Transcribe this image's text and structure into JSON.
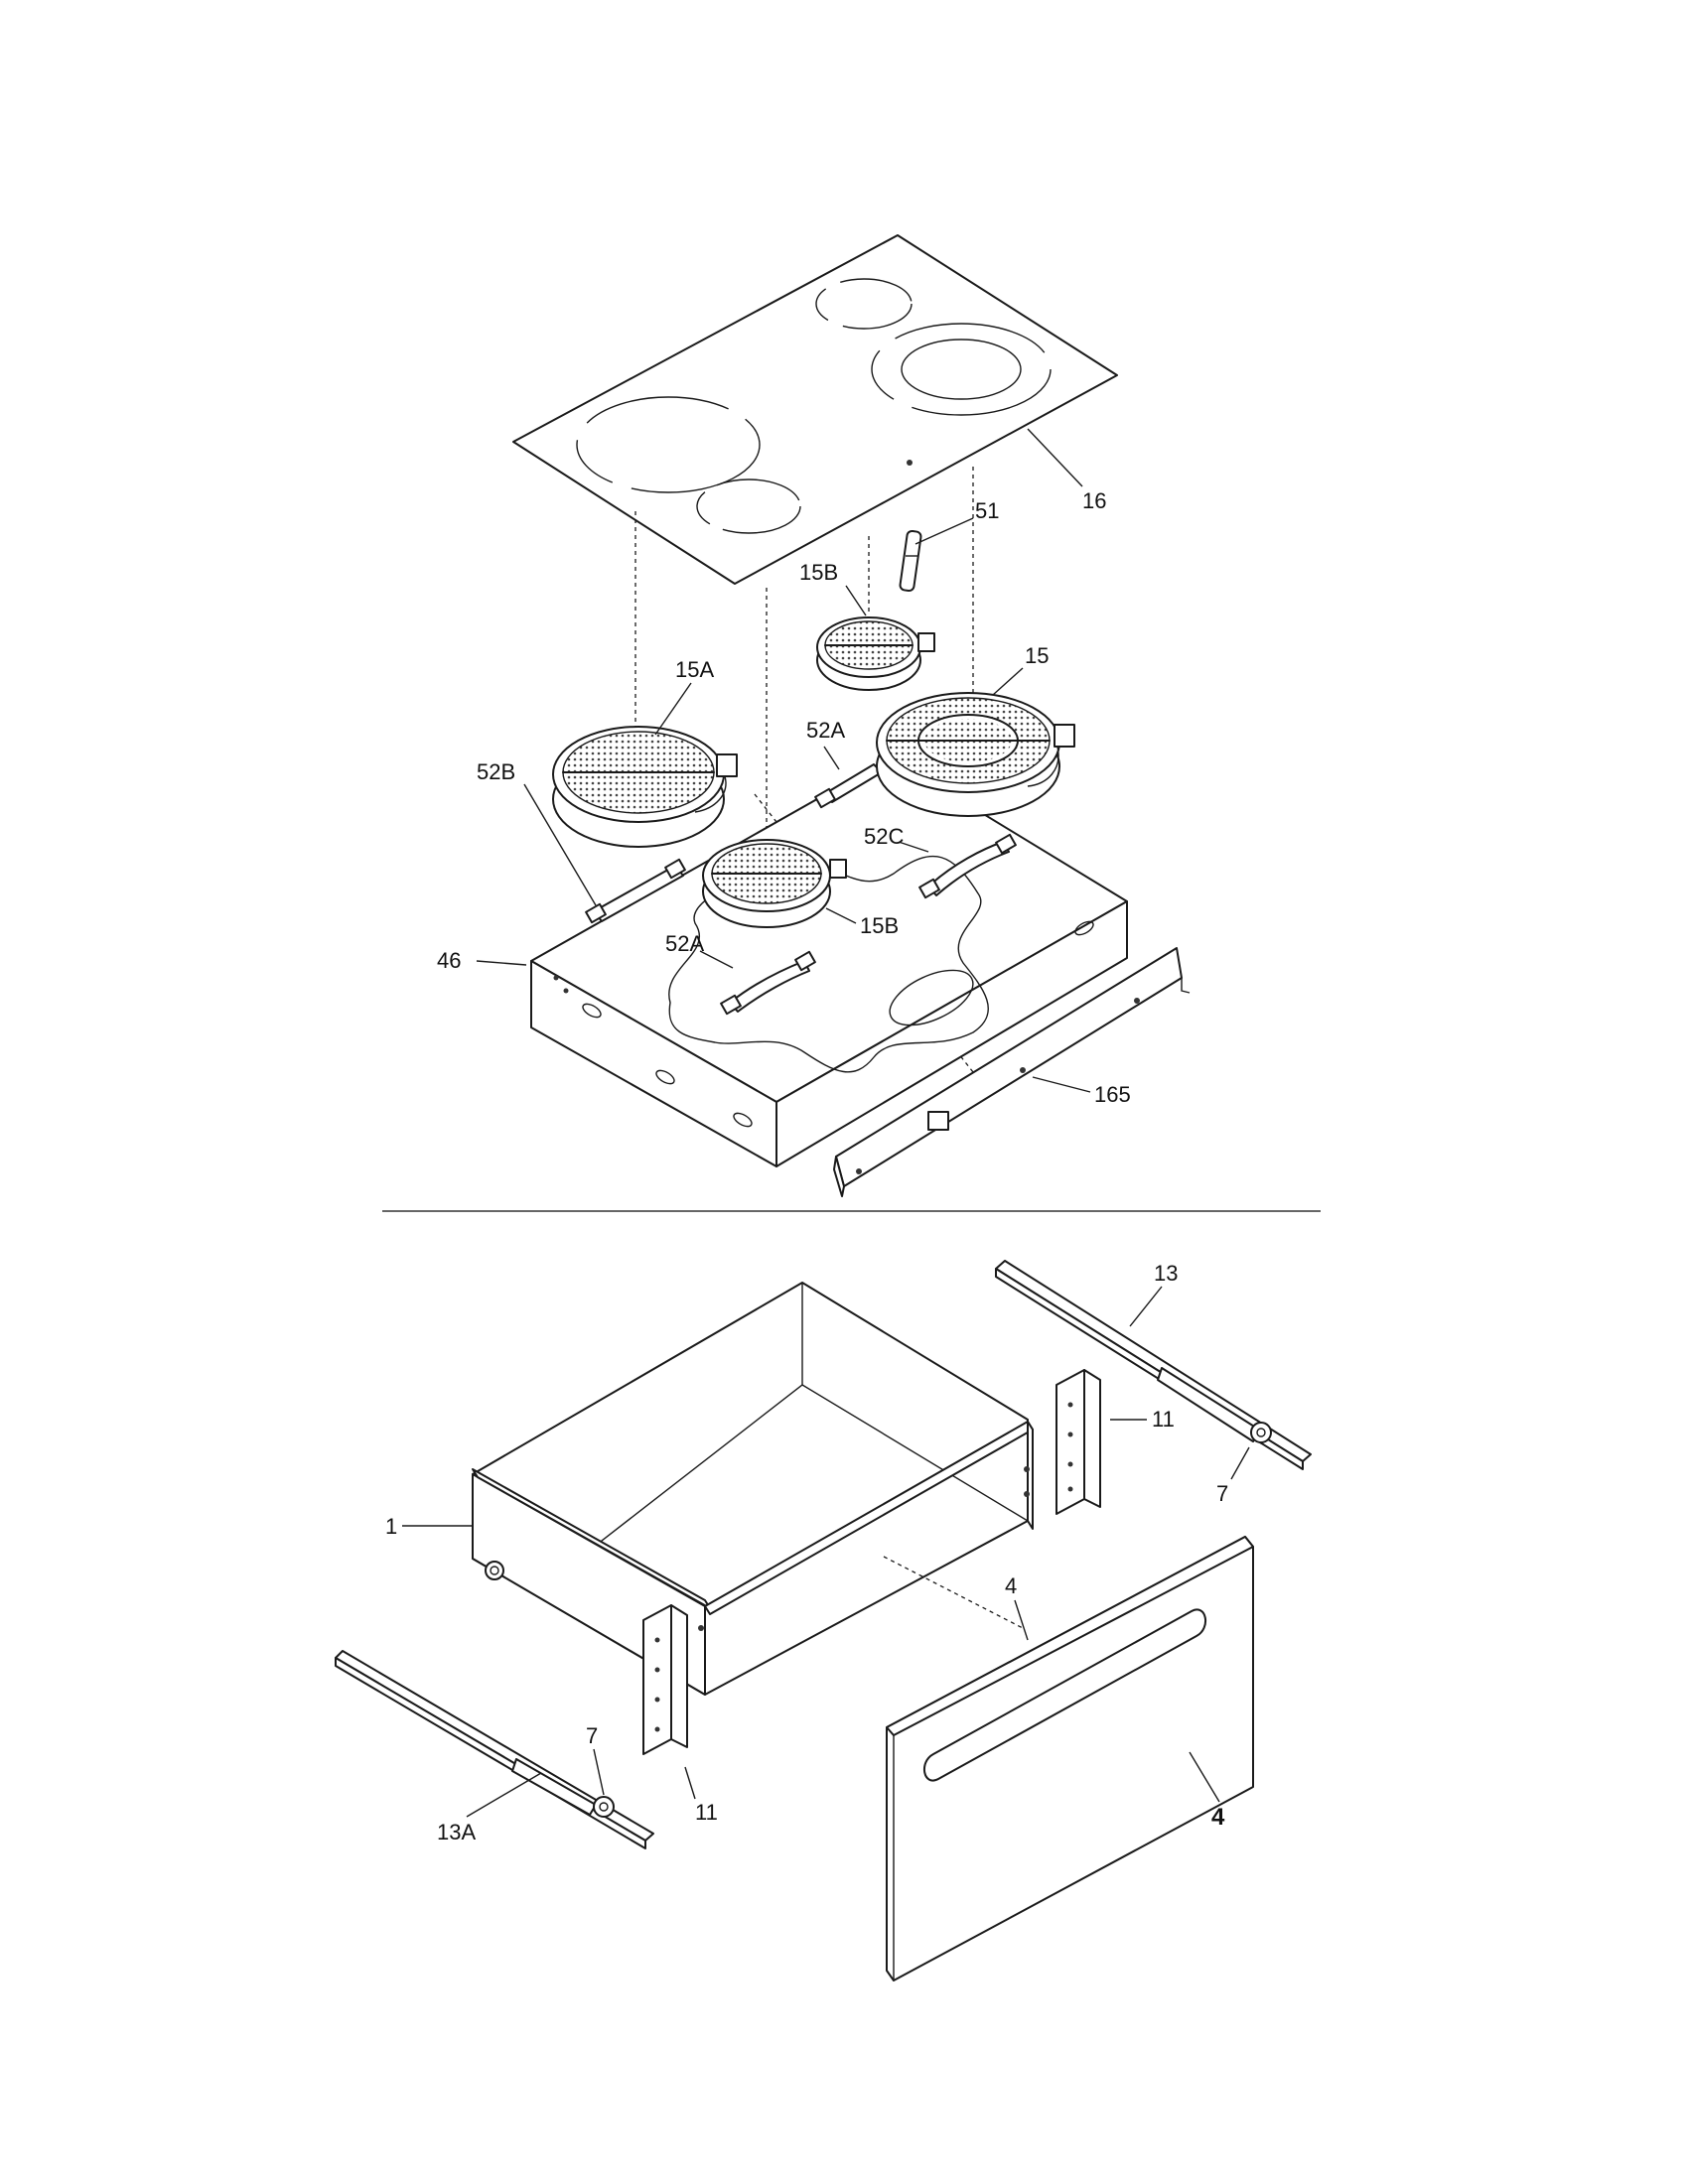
{
  "callouts": {
    "glass_top": "16",
    "switch_51": "51",
    "element_15b_rear": "15B",
    "element_15a": "15A",
    "element_15": "15",
    "bracket_52a_rear": "52A",
    "bracket_52b": "52B",
    "bracket_52c": "52C",
    "element_15b_front": "15B",
    "bracket_52a_front": "52A",
    "burner_box_46": "46",
    "bracket_165": "165",
    "rail_13": "13",
    "slide_11_right": "11",
    "roller_7_right": "7",
    "drawer_1": "1",
    "panel_4_leader": "4",
    "roller_7_left": "7",
    "slide_11_left": "11",
    "rail_13a": "13A",
    "panel_4_bold": "4"
  }
}
